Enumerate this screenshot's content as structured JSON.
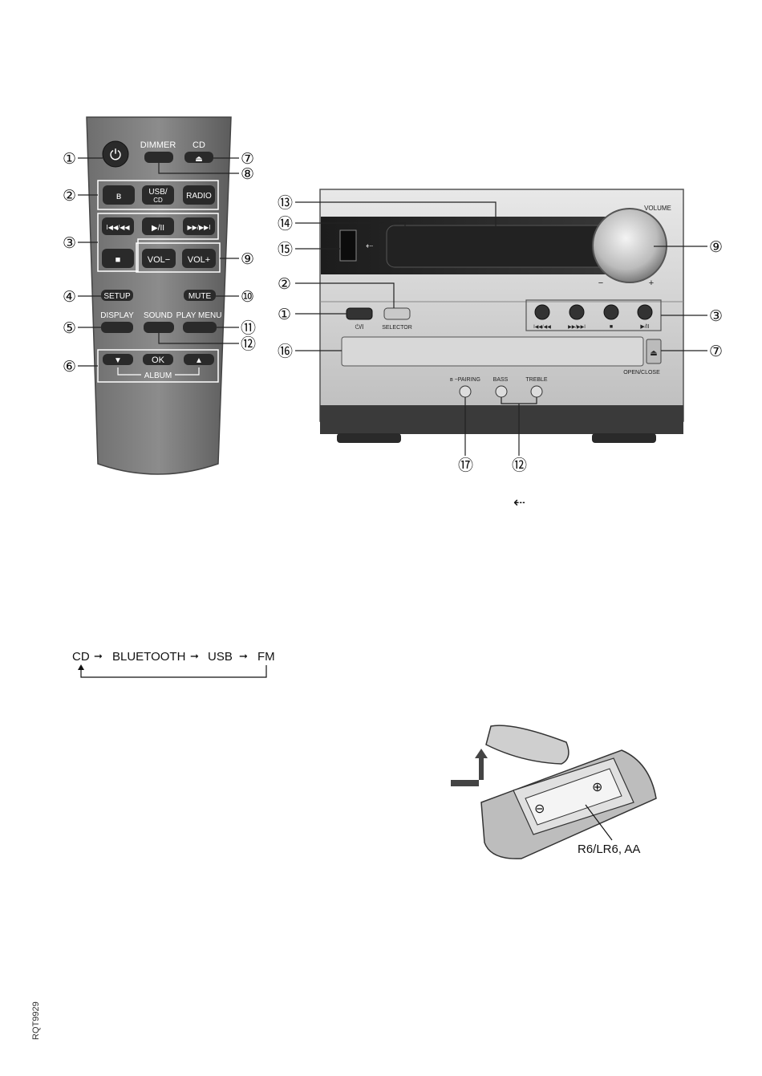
{
  "remote": {
    "buttons": {
      "power": "⏻",
      "dimmer": "DIMMER",
      "cd": "CD",
      "eject": "⏏",
      "bluetooth": "ʙ",
      "usb_cd_1": "USB/",
      "usb_cd_2": "CD",
      "radio": "RADIO",
      "prev": "I◀◀/◀◀",
      "play_pause": "▶/II",
      "next": "▶▶/▶▶I",
      "stop": "■",
      "vol_minus": "VOL−",
      "vol_plus": "VOL+",
      "setup": "SETUP",
      "mute": "MUTE",
      "display": "DISPLAY",
      "sound": "SOUND",
      "play_menu": "PLAY MENU",
      "down": "▼",
      "ok": "OK",
      "up": "▲",
      "album": "ALBUM"
    },
    "callouts": [
      "①",
      "②",
      "③",
      "④",
      "⑤",
      "⑥",
      "⑦",
      "⑧",
      "⑨",
      "⑩",
      "⑪",
      "⑫"
    ]
  },
  "unit": {
    "labels": {
      "volume": "VOLUME",
      "minus": "−",
      "plus": "+",
      "power_label": "⏻/I",
      "selector": "SELECTOR",
      "prev_label": "I◀◀/◀◀",
      "next_label": "▶▶/▶▶I",
      "stop_label": "■",
      "play_label": "▶/II",
      "open_close": "OPEN/CLOSE",
      "pairing": "ʙ −PAIRING",
      "bass": "BASS",
      "treble": "TREBLE",
      "usb_symbol": "⇠"
    },
    "callouts": {
      "c13": "⑬",
      "c14": "⑭",
      "c15": "⑮",
      "c2": "②",
      "c1": "①",
      "c16": "⑯",
      "c9": "⑨",
      "c3": "③",
      "c7": "⑦",
      "c17": "⑰",
      "c12": "⑫"
    }
  },
  "usb_note_symbol": "⇠",
  "source_sequence": {
    "items": [
      "CD",
      "BLUETOOTH",
      "USB",
      "FM"
    ]
  },
  "battery": {
    "label": "R6/LR6, AA",
    "minus": "⊖",
    "plus": "⊕"
  },
  "doc_code": "RQT9929"
}
